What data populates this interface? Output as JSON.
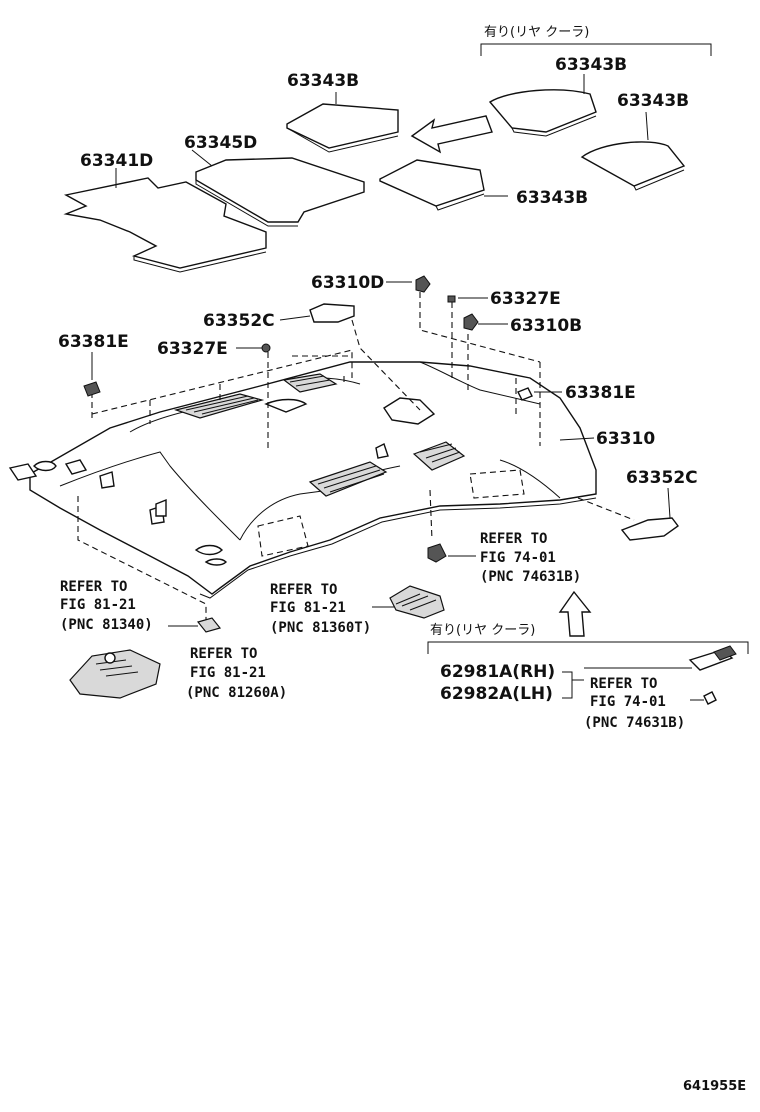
{
  "callouts": {
    "c63343b_top": "63343B",
    "c63343b_rear1": "63343B",
    "c63343b_rear2": "63343B",
    "c63343b_mid": "63343B",
    "c63345d": "63345D",
    "c63341d": "63341D",
    "c63310d": "63310D",
    "c63327e_top": "63327E",
    "c63352c_top": "63352C",
    "c63310b": "63310B",
    "c63381e_left": "63381E",
    "c63327e_left": "63327E",
    "c63381e_right": "63381E",
    "c63310": "63310",
    "c63352c_right": "63352C",
    "c62981a": "62981A(RH)",
    "c62982a": "62982A(LH)"
  },
  "notes": {
    "rear_cooler_top": "有り(リヤ クーラ)",
    "rear_cooler_bottom": "有り(リヤ クーラ)"
  },
  "refs": {
    "r1": {
      "l1": "REFER TO",
      "l2": "FIG 74-01",
      "l3": "(PNC 74631B)"
    },
    "r2": {
      "l1": "REFER TO",
      "l2": "FIG 81-21",
      "l3": "(PNC 81360T)"
    },
    "r3": {
      "l1": "REFER TO",
      "l2": "FIG 81-21",
      "l3": "(PNC 81340)"
    },
    "r4": {
      "l1": "REFER TO",
      "l2": "FIG 81-21",
      "l3": "(PNC 81260A)"
    },
    "r5": {
      "l1": "REFER TO",
      "l2": "FIG 74-01",
      "l3": "(PNC 74631B)"
    }
  },
  "figure_id": "641955E",
  "icons": [
    "arrow-left-icon",
    "arrow-up-icon",
    "clip-icon",
    "bolt-icon"
  ]
}
